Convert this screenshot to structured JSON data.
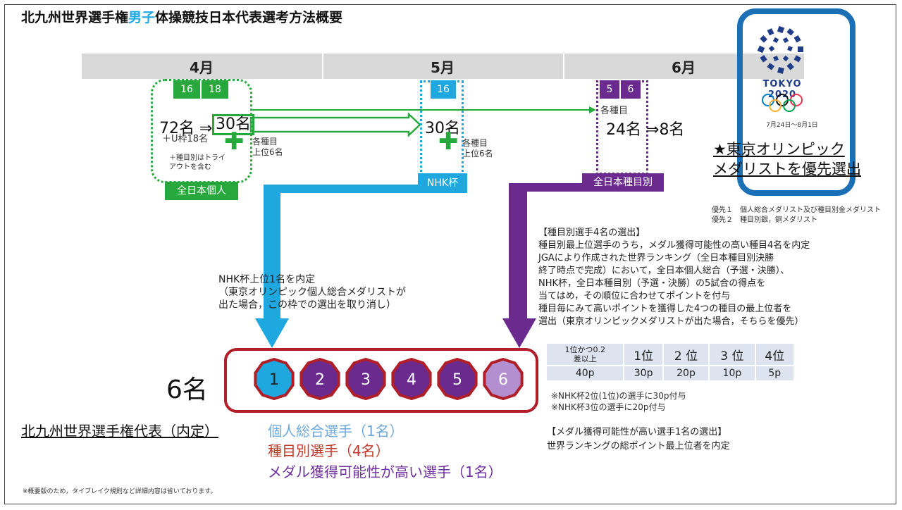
{
  "title": {
    "pre": "北九州世界選手権",
    "highlight": "男子",
    "post": "体操競技日本代表選考方法概要"
  },
  "months": [
    "4月",
    "5月",
    "6月"
  ],
  "events": {
    "all_japan_individual": {
      "dates": [
        "16",
        "18"
      ],
      "label": "全日本個人",
      "from": "72名",
      "to": "30名",
      "u_frame": "＋U枠18名",
      "note1": "＋種目別はトライ",
      "note2": "アウトを含む",
      "plus_note1": "各種目",
      "plus_note2": "上位6名"
    },
    "nhk": {
      "dates": [
        "16"
      ],
      "label": "NHK杯",
      "value": "30名",
      "plus_note1": "各種目",
      "plus_note2": "上位6名"
    },
    "all_japan_apparatus": {
      "dates": [
        "5",
        "6"
      ],
      "label": "全日本種目別",
      "note": "各種目",
      "from": "24名",
      "to": "8名"
    }
  },
  "olympics": {
    "year_text": "TOKYO 2020",
    "dates": "7月24日～8月1日",
    "priority_line1": "★東京オリンピック",
    "priority_line2": "メダリストを優先選出",
    "pref1": "優先１　個人総合メダリスト及び種目別金メダリスト",
    "pref2": "優先２　種目別銀，銅メダリスト"
  },
  "nhk_selection": [
    "NHK杯上位1名を内定",
    "（東京オリンピック個人総合メダリストが",
    "出た場合，この枠での選出を取り消し）"
  ],
  "apparatus_selection": [
    "【種目別選手4名の選出】",
    "種目別最上位選手のうち，メダル獲得可能性の高い種目4名を内定",
    "JGAにより作成された世界ランキング（全日本種目別決勝",
    "終了時点で完成）において，全日本個人総合（予選・決勝）、",
    "NHK杯，全日本種目別（予選・決勝）の5試合の得点を",
    "当てはめ，その順位に合わせてポイントを付与",
    "種目毎にみて高いポイントを獲得した4つの種目の最上位者を",
    "選出（東京オリンピックメダリストが出た場合，そちらを優先）"
  ],
  "points_table": {
    "headers": [
      "1位かつ0.2\n差以上",
      "1位",
      "2 位",
      "3 位",
      "4位"
    ],
    "values": [
      "40p",
      "30p",
      "20p",
      "10p",
      "5p"
    ]
  },
  "points_notes": [
    "※NHK杯2位(1位)の選手に30p付与",
    "※NHK杯3位の選手に20p付与"
  ],
  "medal_selection": [
    "【メダル獲得可能性が高い選手1名の選出】",
    "世界ランキングの総ポイント最上位者を内定"
  ],
  "six": {
    "label": "6名",
    "slots": [
      "1",
      "2",
      "3",
      "4",
      "5",
      "6"
    ]
  },
  "legend": {
    "heading": "北九州世界選手権代表（内定）",
    "items": [
      "個人総合選手（1名）",
      "種目別選手（4名）",
      "メダル獲得可能性が高い選手（1名）"
    ]
  },
  "footnote": "※概要版のため，タイブレイク規則など詳細内容は省いております。",
  "colors": {
    "green": "#27a83c",
    "blue": "#1fa8e0",
    "purple": "#6a2a8e",
    "light_purple": "#b48fd0",
    "red": "#b01e28",
    "legend_blue": "#6fa8dc",
    "legend_red": "#c0392b",
    "legend_purple": "#7030a0"
  }
}
